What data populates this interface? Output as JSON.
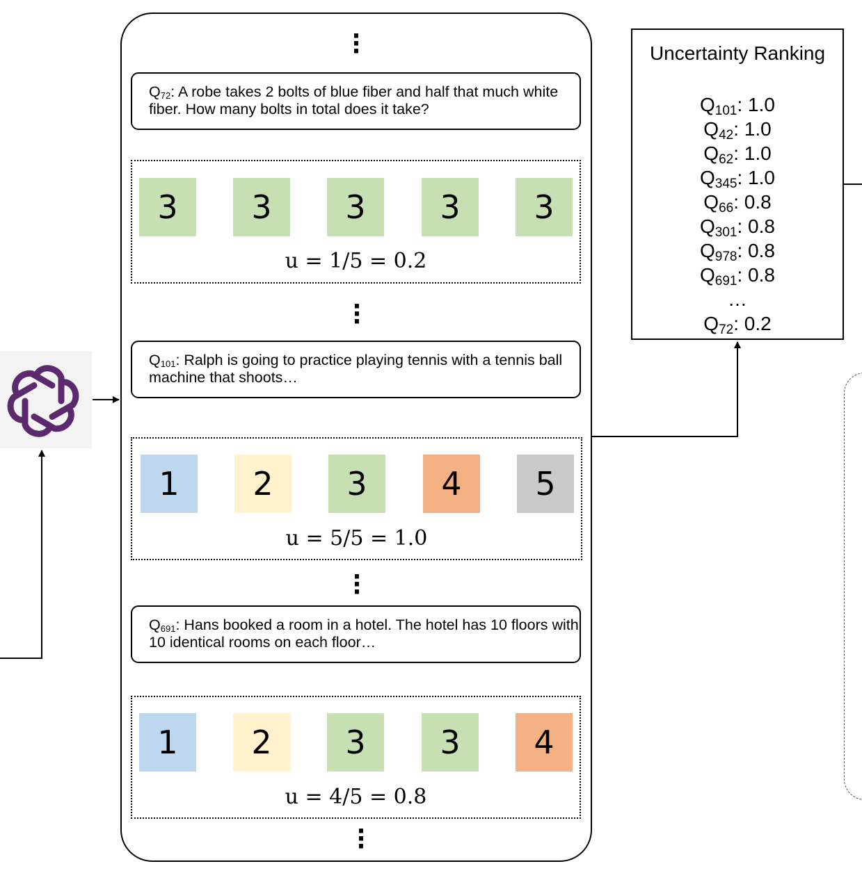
{
  "blocks": [
    {
      "id": "Q",
      "sub": "72",
      "text": ": A robe takes 2 bolts of blue fiber and half that much white fiber. How many bolts in total does it take?",
      "answers": [
        "3",
        "3",
        "3",
        "3",
        "3"
      ],
      "formula": "u = 1/5 = 0.2"
    },
    {
      "id": "Q",
      "sub": "101",
      "text": ": Ralph is going to practice playing tennis with a tennis ball machine that shoots…",
      "answers": [
        "1",
        "2",
        "3",
        "4",
        "5"
      ],
      "formula": "u = 5/5 = 1.0"
    },
    {
      "id": "Q",
      "sub": "691",
      "text": ": Hans booked a room in a hotel. The hotel has 10 floors with 10 identical rooms on each floor…",
      "answers": [
        "1",
        "2",
        "3",
        "3",
        "4"
      ],
      "formula": "u = 4/5 = 0.8"
    }
  ],
  "answer_colors": {
    "1": "#bdd7ee",
    "2": "#fff2cc",
    "3": "#c6e0b4",
    "4": "#f4b183",
    "5": "#c9c9c9"
  },
  "ranking": {
    "title": "Uncertainty Ranking",
    "items": [
      {
        "q": "Q",
        "sub": "101",
        "value": ": 1.0"
      },
      {
        "q": "Q",
        "sub": "42",
        "value": ": 1.0"
      },
      {
        "q": "Q",
        "sub": "62",
        "value": ": 1.0"
      },
      {
        "q": "Q",
        "sub": "345",
        "value": ": 1.0"
      },
      {
        "q": "Q",
        "sub": "66",
        "value": ": 0.8"
      },
      {
        "q": "Q",
        "sub": "301",
        "value": ": 0.8"
      },
      {
        "q": "Q",
        "sub": "978",
        "value": ": 0.8"
      },
      {
        "q": "Q",
        "sub": "691",
        "value": ": 0.8"
      }
    ],
    "ellipsis": "…",
    "last": {
      "q": "Q",
      "sub": "72",
      "value": ": 0.2"
    }
  },
  "logo": {
    "icon": "openai-logo-icon",
    "color": "#5b2a6e"
  }
}
